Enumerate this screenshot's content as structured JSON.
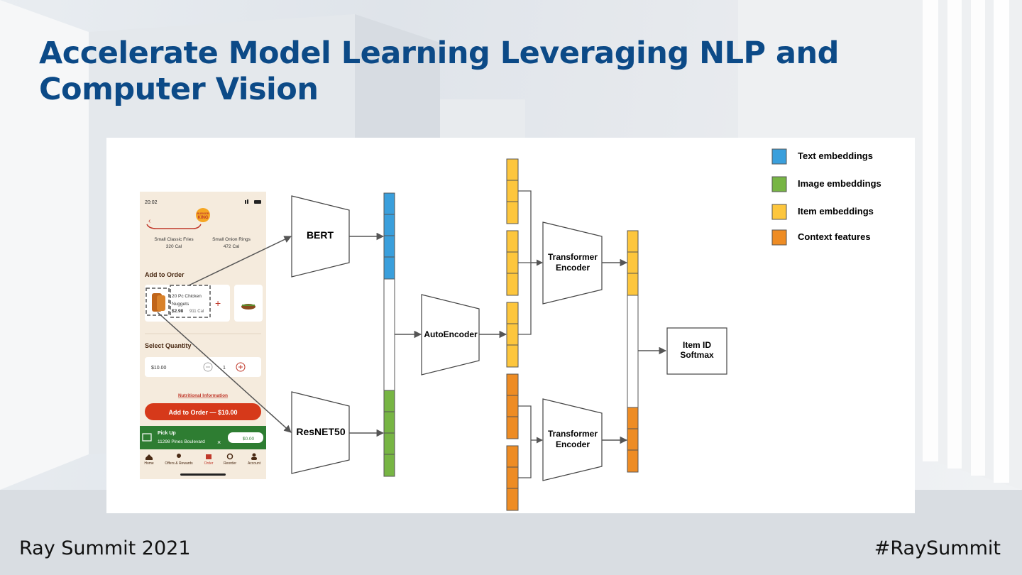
{
  "slide": {
    "title": "Accelerate Model Learning Leveraging NLP and Computer Vision",
    "footer_left": "Ray Summit 2021",
    "footer_right": "#RaySummit"
  },
  "colors": {
    "title": "#0c4a87",
    "text_embedding": "#3a9fdc",
    "image_embedding": "#77b544",
    "item_embedding": "#fdc63d",
    "context_feature": "#ee8c24",
    "app_bg": "#f5ebdd",
    "app_button": "#d6391a",
    "app_pickup_bar": "#2e7d32"
  },
  "legend": [
    {
      "label": "Text embeddings",
      "color": "#3a9fdc"
    },
    {
      "label": "Image embeddings",
      "color": "#77b544"
    },
    {
      "label": "Item embeddings",
      "color": "#fdc63d"
    },
    {
      "label": "Context features",
      "color": "#ee8c24"
    }
  ],
  "models": {
    "bert": "BERT",
    "resnet": "ResNET50",
    "autoencoder": "AutoEncoder",
    "transformer_top_l1": "Transformer",
    "transformer_top_l2": "Encoder",
    "transformer_bottom_l1": "Transformer",
    "transformer_bottom_l2": "Encoder",
    "output_l1": "Item ID",
    "output_l2": "Softmax"
  },
  "app": {
    "status_time": "20:02",
    "logo_line1": "BURGER",
    "logo_line2": "KING",
    "product1_name": "Small Classic Fries",
    "product1_cal": "320 Cal",
    "product2_name": "Small Onion Rings",
    "product2_cal": "472 Cal",
    "add_to_order_heading": "Add to Order",
    "item_name_l1": "20 Pc Chicken",
    "item_name_l2": "Nuggets",
    "item_price": "$2.98",
    "item_cal": "911 Cal",
    "select_quantity": "Select Quantity",
    "price_field": "$10.00",
    "quantity": "1",
    "nutrition_link": "Nutritional Information",
    "add_button": "Add to Order — $10.00",
    "pickup_label": "Pick Up",
    "pickup_address": "11298 Pines Boulevard",
    "cart_amount": "$0.00",
    "nav": [
      "Home",
      "Offers & Rewards",
      "Order",
      "Reorder",
      "Account"
    ]
  }
}
